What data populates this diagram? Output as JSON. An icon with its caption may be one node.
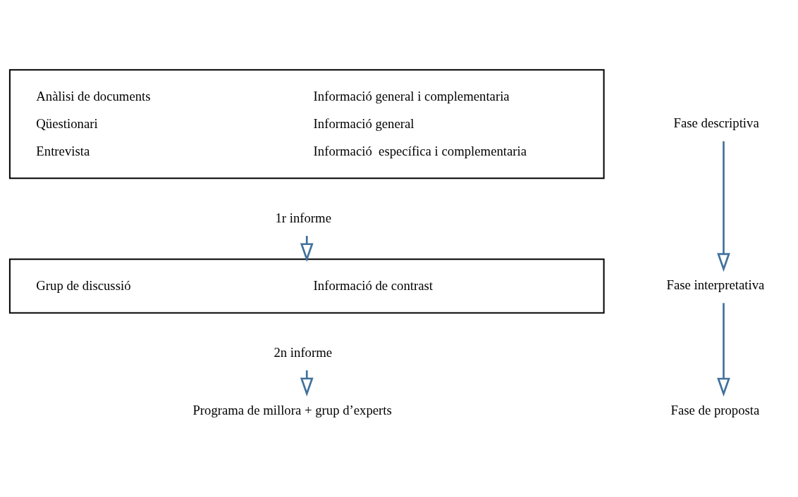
{
  "diagram": {
    "nodes": [
      {
        "text": [
          "Anàlisi de documents",
          "Informació general i complementaria",
          "Qüestionari",
          "Informació general",
          "Entrevista",
          "Informació  específica i complementaria"
        ]
      },
      {
        "text": [
          "Fase descriptiva"
        ]
      },
      {
        "text": [
          "1r informe"
        ]
      },
      {
        "text": [
          "Grup de discussió",
          "Informació de contrast"
        ]
      },
      {
        "text": [
          "Fase interpretativa"
        ]
      },
      {
        "text": [
          "2n informe"
        ]
      },
      {
        "text": [
          "Programa de millora + grup d’experts"
        ]
      },
      {
        "text": [
          "Fase de proposta"
        ]
      }
    ],
    "edges": [
      {
        "from": 1,
        "to": 4,
        "arrow": "to"
      },
      {
        "from": 2,
        "to": 3,
        "arrow": "to"
      },
      {
        "from": 4,
        "to": 7,
        "arrow": "to"
      },
      {
        "from": 5,
        "to": 6,
        "arrow": "to"
      }
    ]
  }
}
